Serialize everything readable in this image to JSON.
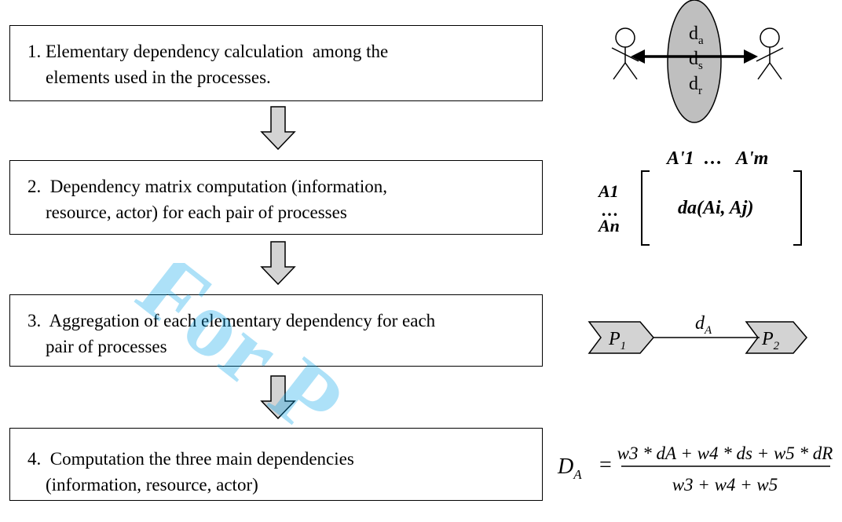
{
  "steps": [
    {
      "text": "1. Elementary dependency calculation  among the\n    elements used in the processes."
    },
    {
      "text": "2.  Dependency matrix computation (information,\n    resource, actor) for each pair of processes"
    },
    {
      "text": "3.  Aggregation of each elementary dependency for each\n    pair of processes"
    },
    {
      "text": "4.  Computation the three main dependencies\n    (information, resource, actor)"
    }
  ],
  "actors": {
    "labels": [
      {
        "base": "d",
        "sub": "a"
      },
      {
        "base": "d",
        "sub": "s"
      },
      {
        "base": "d",
        "sub": "r"
      }
    ]
  },
  "matrix": {
    "columns": [
      "A'1",
      "…",
      "A'm"
    ],
    "rows": [
      "A1",
      "…",
      "An"
    ],
    "cell": "da(Ai, Aj)"
  },
  "aggregation": {
    "process_left": {
      "base": "P",
      "sub": "1"
    },
    "process_right": {
      "base": "P",
      "sub": "2"
    },
    "edge": {
      "base": "d",
      "sub": "A"
    }
  },
  "formula": {
    "lhs": {
      "base": "D",
      "sub": "A"
    },
    "numerator": "w3 * dA + w4 * ds + w5 * dR",
    "denominator": "w3 + w4 + w5"
  },
  "watermark": "For P",
  "colors": {
    "arrow_fill": "#d3d3d3",
    "ellipse_fill": "#bfbfbf",
    "watermark": "#00a2e8"
  }
}
